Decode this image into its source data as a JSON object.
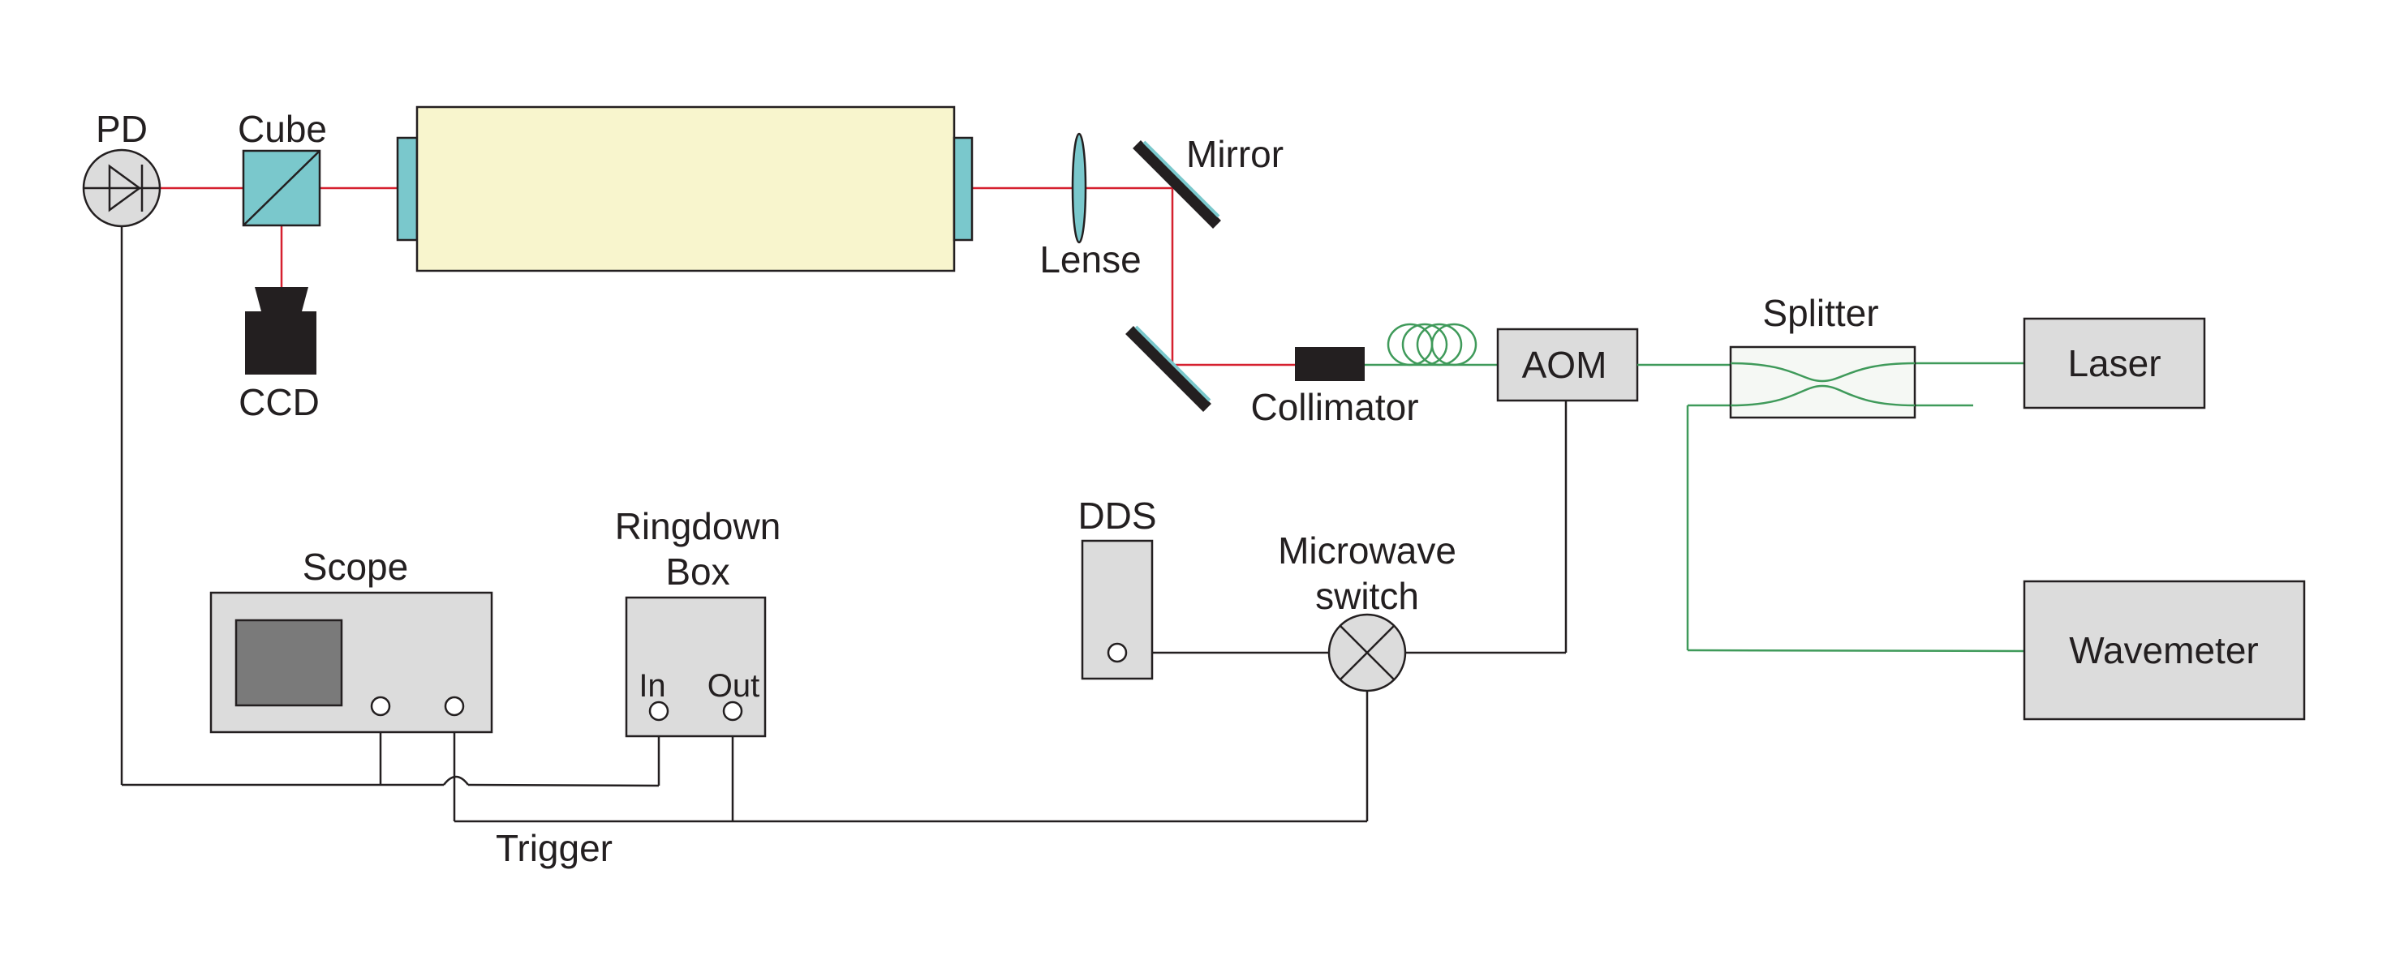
{
  "labels": {
    "pd": "PD",
    "cube": "Cube",
    "ccd": "CCD",
    "mirror": "Mirror",
    "lense": "Lense",
    "collimator": "Collimator",
    "aom": "AOM",
    "splitter": "Splitter",
    "laser": "Laser",
    "wavemeter": "Wavemeter",
    "scope": "Scope",
    "ringdown_line1": "Ringdown",
    "ringdown_line2": "Box",
    "ringdown_in": "In",
    "ringdown_out": "Out",
    "dds": "DDS",
    "microwave_line1": "Microwave",
    "microwave_line2": "switch",
    "trigger": "Trigger"
  },
  "colors": {
    "laser_beam": "#d6202f",
    "fiber": "#3f9a5a",
    "cavity": "#f8f5cd",
    "optic": "#7ac8cc",
    "device": "#dcdcdc",
    "wire": "#231f20"
  },
  "icons": {
    "pd": "photodiode-icon",
    "cube": "beam-splitter-cube-icon",
    "ccd": "camera-icon",
    "lense": "lens-icon",
    "microwave_switch": "mixer-icon",
    "fiber_coil": "fiber-coil-icon"
  }
}
